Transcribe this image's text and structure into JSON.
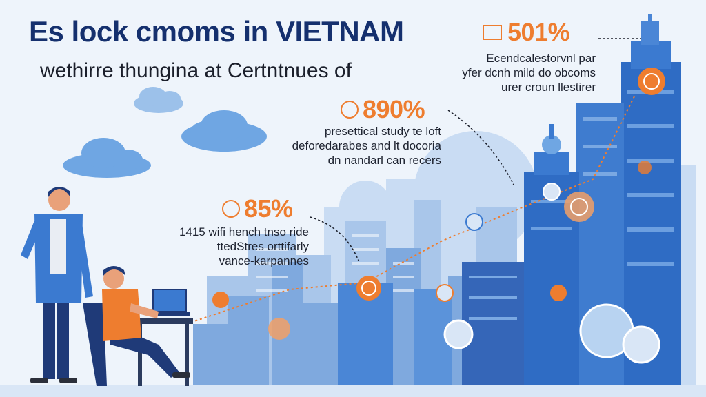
{
  "header": {
    "title": "Es lock cmoms in VIETNAM",
    "subtitle": "wethirre thungina at Certntnues of"
  },
  "stats": [
    {
      "value": "501%",
      "lines": [
        "Ecendcalestorvnl par",
        "yfer dcnh mild do obcoms",
        "urer croun llestirer"
      ]
    },
    {
      "value": "890%",
      "lines": [
        "presettical study te loft",
        "deforedarabes and lt docoria",
        "dn nandarl can recers"
      ]
    },
    {
      "value": "85%",
      "lines": [
        "1415 wifi hench tnso ride",
        "ttedStres orttifarly",
        "vance-karpannes"
      ]
    }
  ],
  "colors": {
    "accent": "#ee7d2f",
    "title": "#15306e",
    "building_dark": "#2f6cc4",
    "building_light": "#a9c6ea",
    "background": "#eef4fb"
  }
}
